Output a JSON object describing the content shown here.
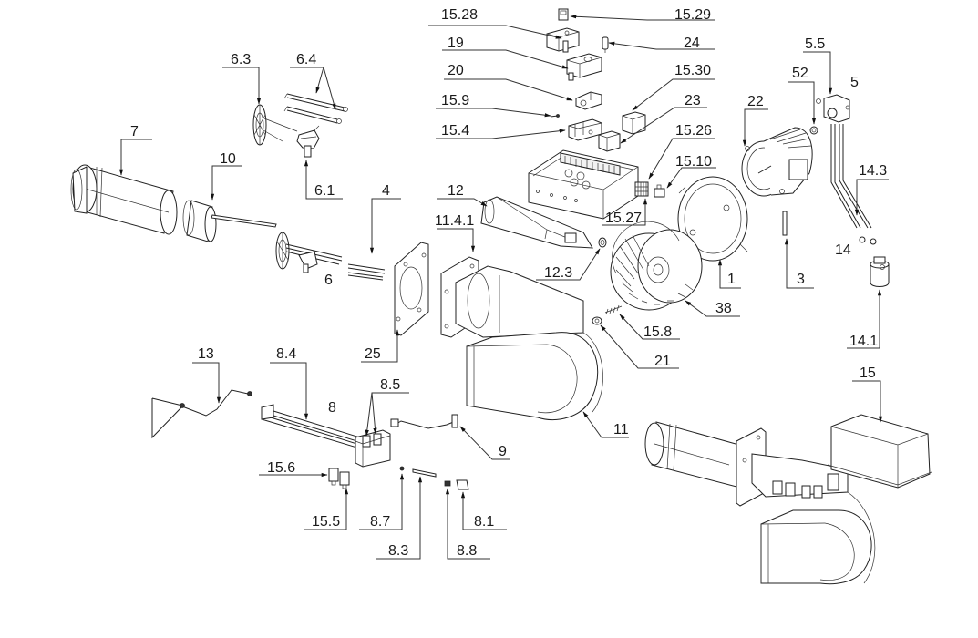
{
  "diagram": {
    "type": "exploded-parts-view",
    "callouts": {
      "p15_28": "15.28",
      "p15_29": "15.29",
      "p19": "19",
      "p24": "24",
      "p20": "20",
      "p15_30": "15.30",
      "p15_9": "15.9",
      "p23": "23",
      "p15_4": "15.4",
      "p15_26": "15.26",
      "p15_10": "15.10",
      "p15_27": "15.27",
      "p6_3": "6.3",
      "p6_4": "6.4",
      "p6_1": "6.1",
      "p7": "7",
      "p10": "10",
      "p4": "4",
      "p6": "6",
      "p12": "12",
      "p11_4_1": "11.4.1",
      "p12_3": "12.3",
      "p25": "25",
      "p22": "22",
      "p52": "52",
      "p5_5": "5.5",
      "p5": "5",
      "p14_3": "14.3",
      "p14": "14",
      "p3": "3",
      "p1": "1",
      "p38": "38",
      "p15_8": "15.8",
      "p21": "21",
      "p14_1": "14.1",
      "p11": "11",
      "p13": "13",
      "p8_4": "8.4",
      "p8": "8",
      "p8_5": "8.5",
      "p9": "9",
      "p15_6": "15.6",
      "p15_5": "15.5",
      "p8_7": "8.7",
      "p8_3": "8.3",
      "p8_8": "8.8",
      "p8_1": "8.1",
      "p15": "15"
    }
  }
}
